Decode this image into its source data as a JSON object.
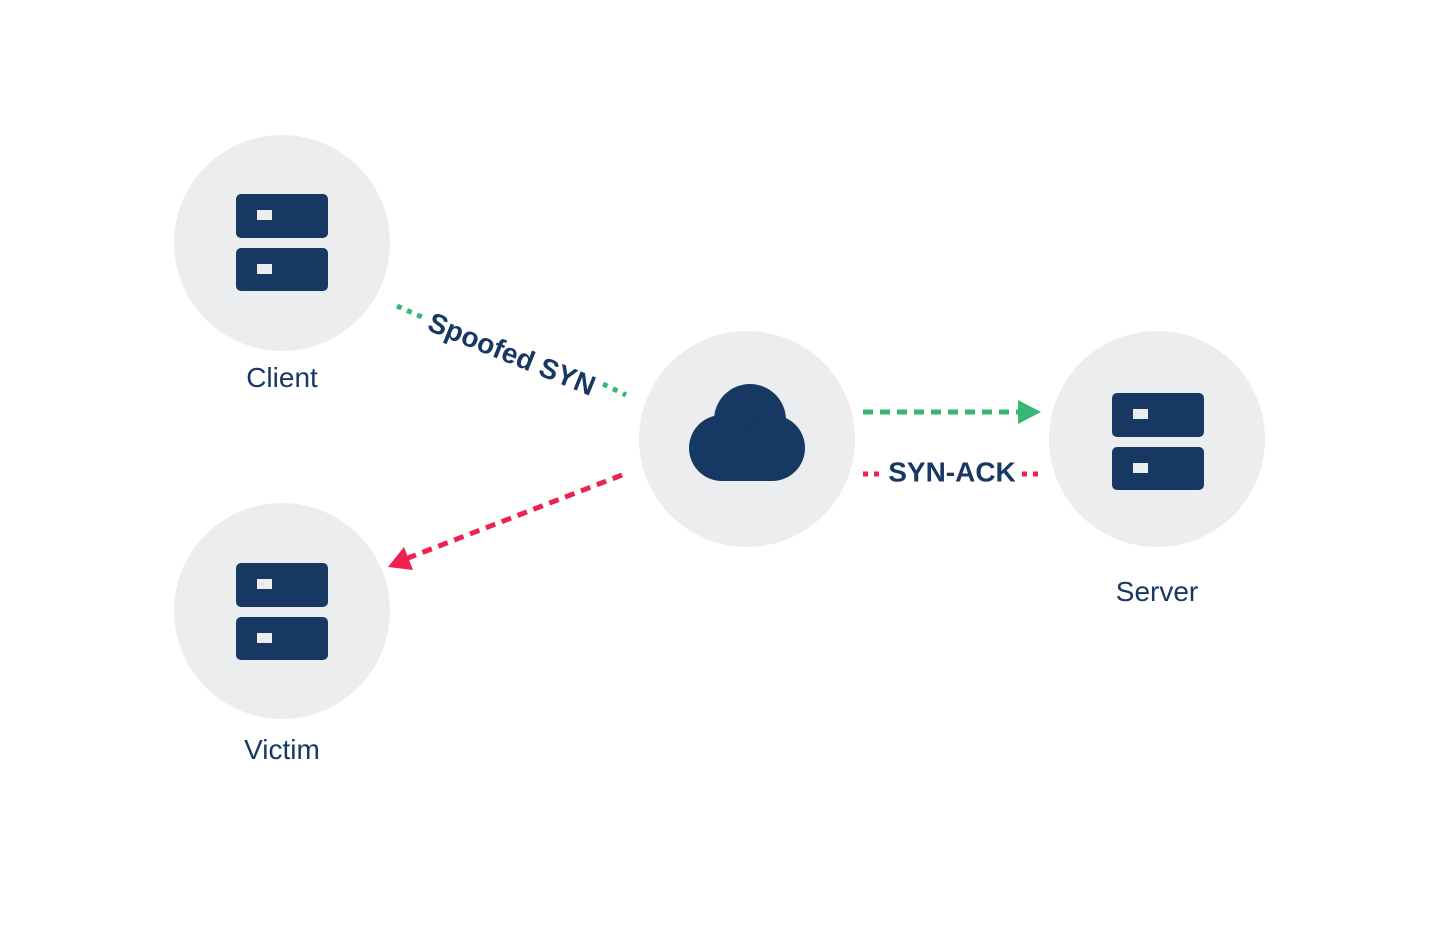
{
  "colors": {
    "node_bg": "#ECEDEF",
    "icon": "#163863",
    "icon_slot": "#ECEDEF",
    "green": "#36B874",
    "red": "#EE2150",
    "text": "#183864"
  },
  "nodes": [
    {
      "id": "client",
      "label": "Client",
      "icon": "server-icon"
    },
    {
      "id": "victim",
      "label": "Victim",
      "icon": "server-icon"
    },
    {
      "id": "cloud",
      "label": "",
      "icon": "cloud-icon"
    },
    {
      "id": "server",
      "label": "Server",
      "icon": "server-icon"
    }
  ],
  "edges": [
    {
      "from": "client",
      "to": "cloud",
      "label": "Spoofed SYN",
      "color": "green",
      "style": "dotted"
    },
    {
      "from": "cloud",
      "to": "server",
      "label": "",
      "color": "green",
      "style": "dashed-arrow"
    },
    {
      "from": "server",
      "to": "cloud",
      "label": "SYN-ACK",
      "color": "red",
      "style": "dotted"
    },
    {
      "from": "cloud",
      "to": "victim",
      "label": "",
      "color": "red",
      "style": "dashed-arrow"
    }
  ]
}
